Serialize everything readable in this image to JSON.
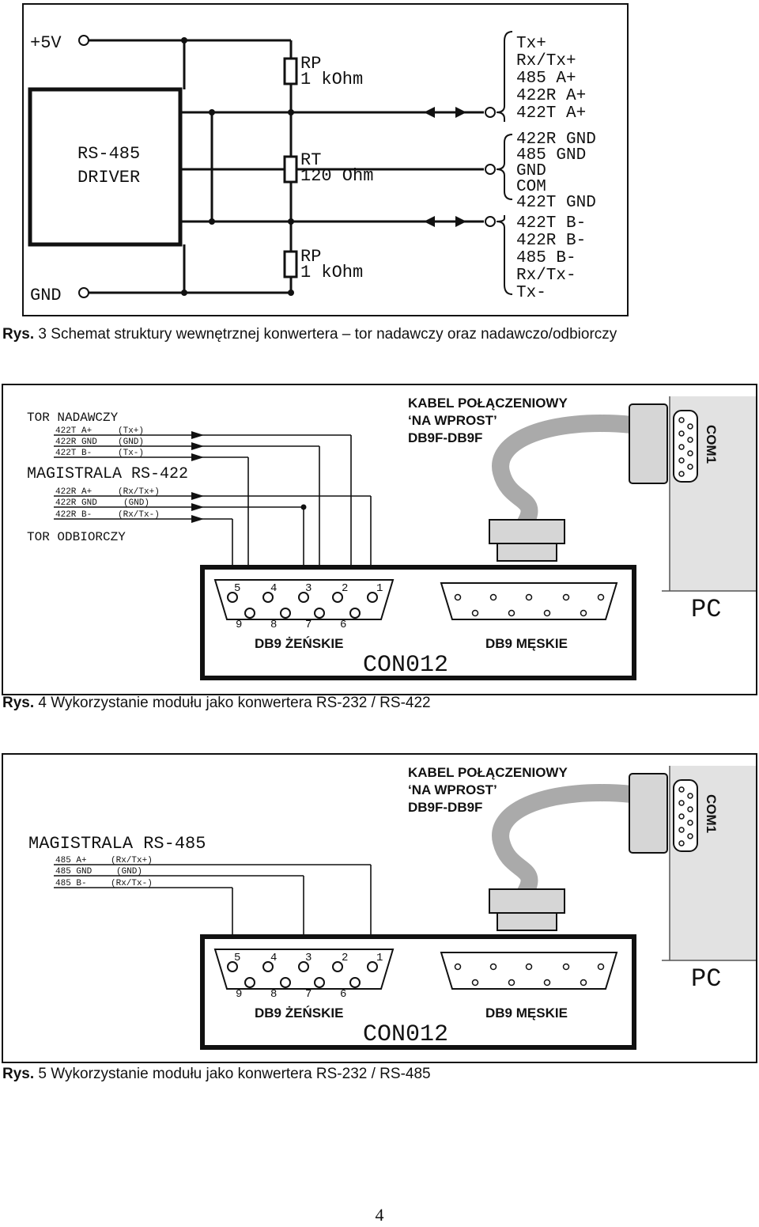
{
  "fig3": {
    "supply_label": "+5V",
    "ground_label": "GND",
    "driver_label_line1": "RS-485",
    "driver_label_line2": "DRIVER",
    "rp_top_name": "RP",
    "rp_top_value": "1 kOhm",
    "rt_name": "RT",
    "rt_value": "120 Ohm",
    "rp_bottom_name": "RP",
    "rp_bottom_value": "1 kOhm",
    "group_a": [
      "Tx+",
      "Rx/Tx+",
      "485 A+",
      "422R A+",
      "422T A+"
    ],
    "group_gnd": [
      "422R GND",
      "485 GND",
      "GND",
      "COM",
      "422T GND"
    ],
    "group_b": [
      "422T B-",
      "422R B-",
      "485 B-",
      "Rx/Tx-",
      "Tx-"
    ],
    "caption_prefix": "Rys. ",
    "caption_number": "3",
    "caption_text": " Schemat struktury wewnętrznej konwertera – tor nadawczy oraz nadawczo/odbiorczy"
  },
  "fig4": {
    "tor_nadawczy": "TOR NADAWCZY",
    "tx_signals": [
      {
        "name": "422T A+",
        "alias": "(Tx+)"
      },
      {
        "name": "422R GND",
        "alias": "(GND)"
      },
      {
        "name": "422T B-",
        "alias": "(Tx-)"
      }
    ],
    "bus_title": "MAGISTRALA RS-422",
    "rx_signals": [
      {
        "name": "422R A+",
        "alias": "(Rx/Tx+)"
      },
      {
        "name": "422R GND",
        "alias": "(GND)"
      },
      {
        "name": "422R B-",
        "alias": "(Rx/Tx-)"
      }
    ],
    "tor_odbiorczy": "TOR ODBIORCZY",
    "cable_line1": "KABEL POŁĄCZENIOWY",
    "cable_line2": "‘NA WPROST’",
    "cable_line3": "DB9F-DB9F",
    "com_label": "COM1",
    "pc_label": "PC",
    "female_label": "DB9 ŻEŃSKIE",
    "male_label": "DB9 MĘSKIE",
    "module_label": "CON012",
    "pin_top": [
      "5",
      "4",
      "3",
      "2",
      "1"
    ],
    "pin_bottom": [
      "9",
      "8",
      "7",
      "6"
    ],
    "caption_prefix": "Rys. ",
    "caption_number": "4",
    "caption_text": " Wykorzystanie modułu jako konwertera RS-232 / RS-422"
  },
  "fig5": {
    "bus_title": "MAGISTRALA RS-485",
    "signals": [
      {
        "name": "485 A+",
        "alias": "(Rx/Tx+)"
      },
      {
        "name": "485 GND",
        "alias": "(GND)"
      },
      {
        "name": "485 B-",
        "alias": "(Rx/Tx-)"
      }
    ],
    "cable_line1": "KABEL POŁĄCZENIOWY",
    "cable_line2": "‘NA WPROST’",
    "cable_line3": "DB9F-DB9F",
    "com_label": "COM1",
    "pc_label": "PC",
    "female_label": "DB9 ŻEŃSKIE",
    "male_label": "DB9 MĘSKIE",
    "module_label": "CON012",
    "pin_top": [
      "5",
      "4",
      "3",
      "2",
      "1"
    ],
    "pin_bottom": [
      "9",
      "8",
      "7",
      "6"
    ],
    "caption_prefix": "Rys. ",
    "caption_number": "5",
    "caption_text": " Wykorzystanie modułu jako konwertera RS-232 / RS-485"
  },
  "page_number": "4"
}
